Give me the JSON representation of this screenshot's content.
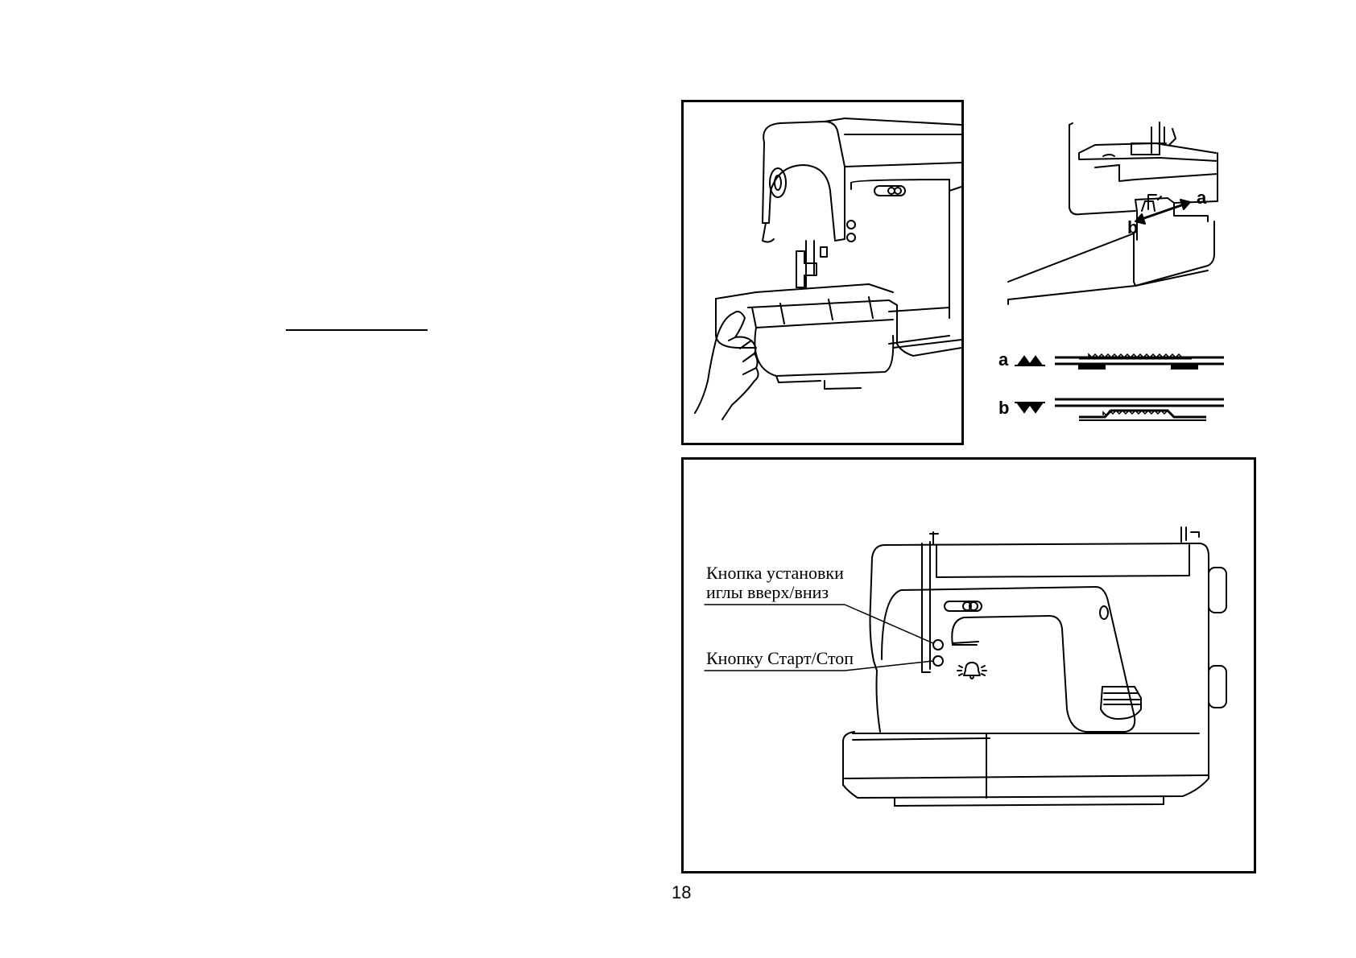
{
  "page": {
    "page_number": "18"
  },
  "detail_view": {
    "label_a": "a",
    "label_b": "b"
  },
  "feed_dog_legend": {
    "row_a_label": "a",
    "row_b_label": "b"
  },
  "machine_front": {
    "callout_needle_line1": "Кнопка установки",
    "callout_needle_line2": "иглы вверх/вниз",
    "callout_start_stop": "Кнопку Старт/Стоп"
  }
}
